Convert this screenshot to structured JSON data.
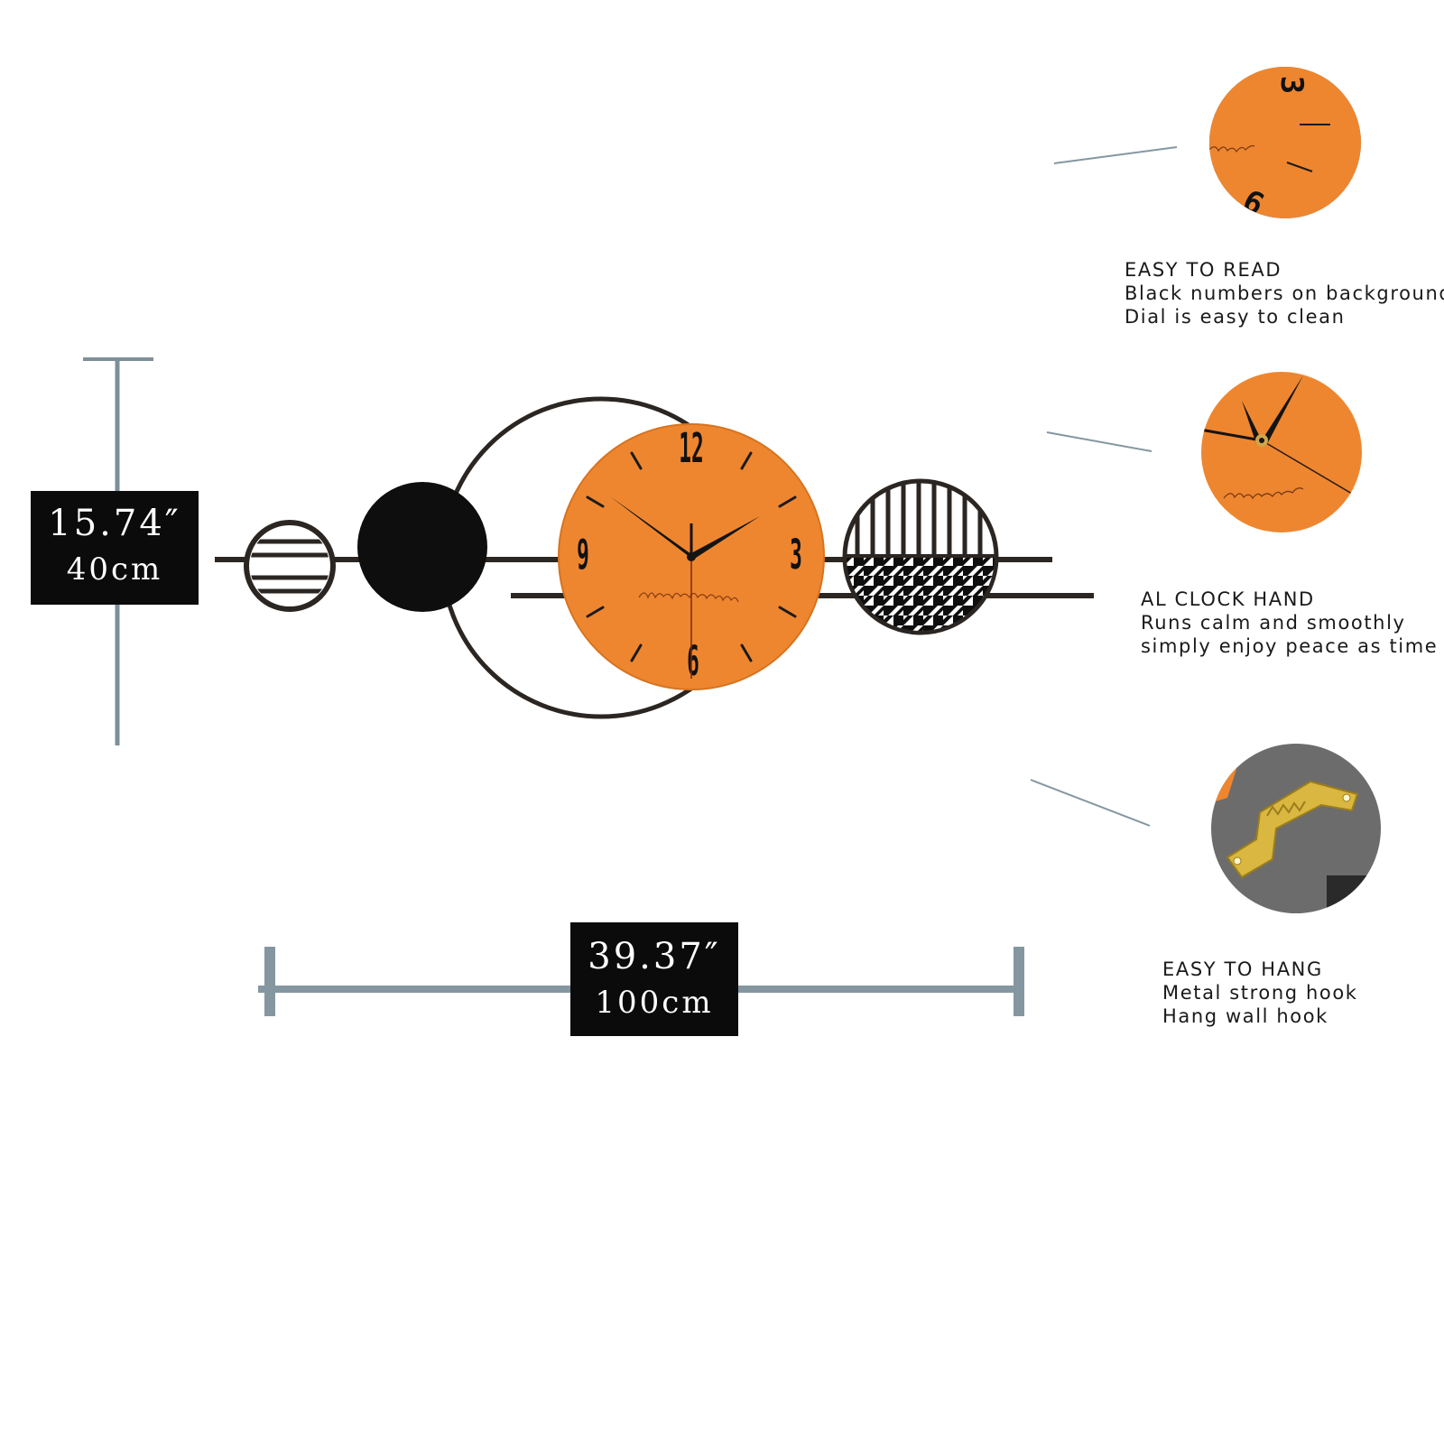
{
  "dimensions": {
    "height_inches": "15.74″",
    "height_cm": "40cm",
    "width_inches": "39.37″",
    "width_cm": "100cm"
  },
  "features": [
    {
      "title": "EASY TO READ",
      "line1": "Black numbers on background",
      "line2": "Dial is easy to clean"
    },
    {
      "title": "AL CLOCK HAND",
      "line1": "Runs calm and smoothly",
      "line2": "simply enjoy peace as time g"
    },
    {
      "title": "EASY TO HANG",
      "line1": "Metal strong hook",
      "line2": "Hang wall hook"
    }
  ],
  "clock": {
    "numerals": [
      "12",
      "3",
      "6",
      "9"
    ],
    "zoom_numerals": [
      "3",
      "6"
    ]
  },
  "colors": {
    "dial_orange": "#ee8630",
    "frame_dark": "#1f1b18",
    "dimension_line": "#7d8f99",
    "label_box": "#0b0b0b",
    "hook_gold": "#d9b740",
    "hook_background": "#6c6c6c"
  },
  "icons": {
    "hook": "hanging-hook-icon",
    "signature": "brand-signature-icon"
  }
}
